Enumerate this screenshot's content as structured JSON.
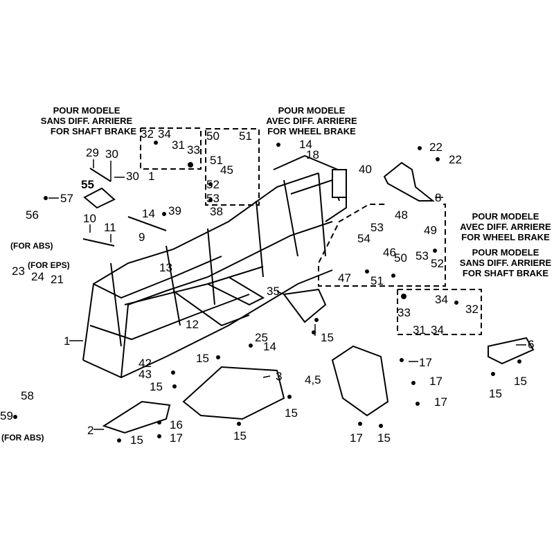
{
  "headers": {
    "shaft_left": [
      "POUR MODELE",
      "SANS DIFF. ARRIERE",
      "FOR SHAFT BRAKE"
    ],
    "wheel_top": [
      "POUR MODELE",
      "AVEC DIFF. ARRIERE",
      "FOR WHEEL BRAKE"
    ],
    "wheel_right": [
      "POUR MODELE",
      "AVEC DIFF. ARRIERE",
      "FOR WHEEL BRAKE"
    ],
    "shaft_right": [
      "POUR MODELE",
      "SANS DIFF. ARRIERE",
      "FOR SHAFT BRAKE"
    ]
  },
  "notes": {
    "abs_top": "(FOR ABS)",
    "eps": "(FOR EPS)",
    "abs_bottom": "(FOR ABS)"
  },
  "callouts": [
    "32",
    "34",
    "31",
    "33",
    "50",
    "51",
    "51",
    "45",
    "52",
    "53",
    "29",
    "30",
    "30",
    "1",
    "55",
    "57",
    "56",
    "10",
    "11",
    "14",
    "39",
    "38",
    "9",
    "14",
    "18",
    "40",
    "22",
    "22",
    "8",
    "48",
    "53",
    "49",
    "54",
    "46",
    "50",
    "53",
    "52",
    "47",
    "51",
    "13",
    "23",
    "24",
    "21",
    "1",
    "12",
    "25",
    "14",
    "35",
    "15",
    "15",
    "42",
    "43",
    "15",
    "3",
    "4,5",
    "17",
    "17",
    "17",
    "15",
    "15",
    "2",
    "16",
    "17",
    "15",
    "17",
    "15",
    "6",
    "15",
    "15",
    "58",
    "59",
    "33",
    "34",
    "31",
    "34",
    "32"
  ]
}
